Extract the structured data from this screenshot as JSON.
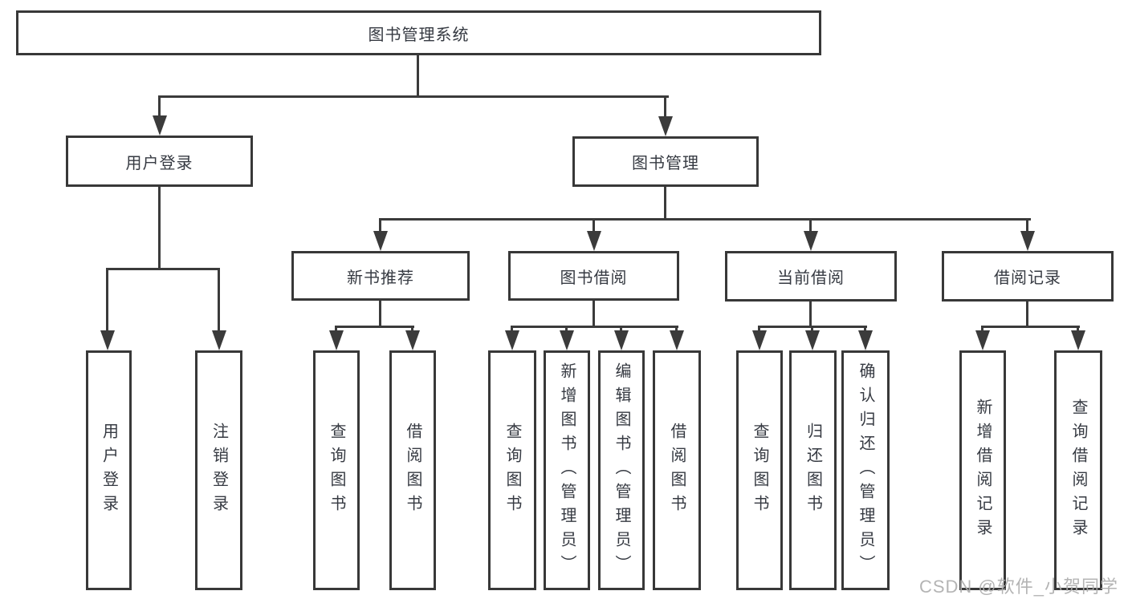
{
  "diagram": {
    "root": {
      "label": "图书管理系统"
    },
    "level2": [
      {
        "label": "用户登录"
      },
      {
        "label": "图书管理"
      }
    ],
    "level3": [
      {
        "label": "新书推荐"
      },
      {
        "label": "图书借阅"
      },
      {
        "label": "当前借阅"
      },
      {
        "label": "借阅记录"
      }
    ],
    "leaves": {
      "user_login": [
        "用户登录",
        "注销登录"
      ],
      "new_book": [
        "查询图书",
        "借阅图书"
      ],
      "book_borrow": [
        "查询图书",
        "新增图书（管理员）",
        "编辑图书（管理员）",
        "借阅图书"
      ],
      "current_borrow": [
        "查询图书",
        "归还图书",
        "确认归还（管理员）"
      ],
      "borrow_records": [
        "新增借阅记录",
        "查询借阅记录"
      ]
    }
  },
  "watermark": {
    "text": "CSDN @软件_小贺同学"
  },
  "colors": {
    "line": "#3b3b3b",
    "border": "#383838",
    "text": "#363a42",
    "watermark": "#acacac",
    "background": "#ffffff"
  }
}
